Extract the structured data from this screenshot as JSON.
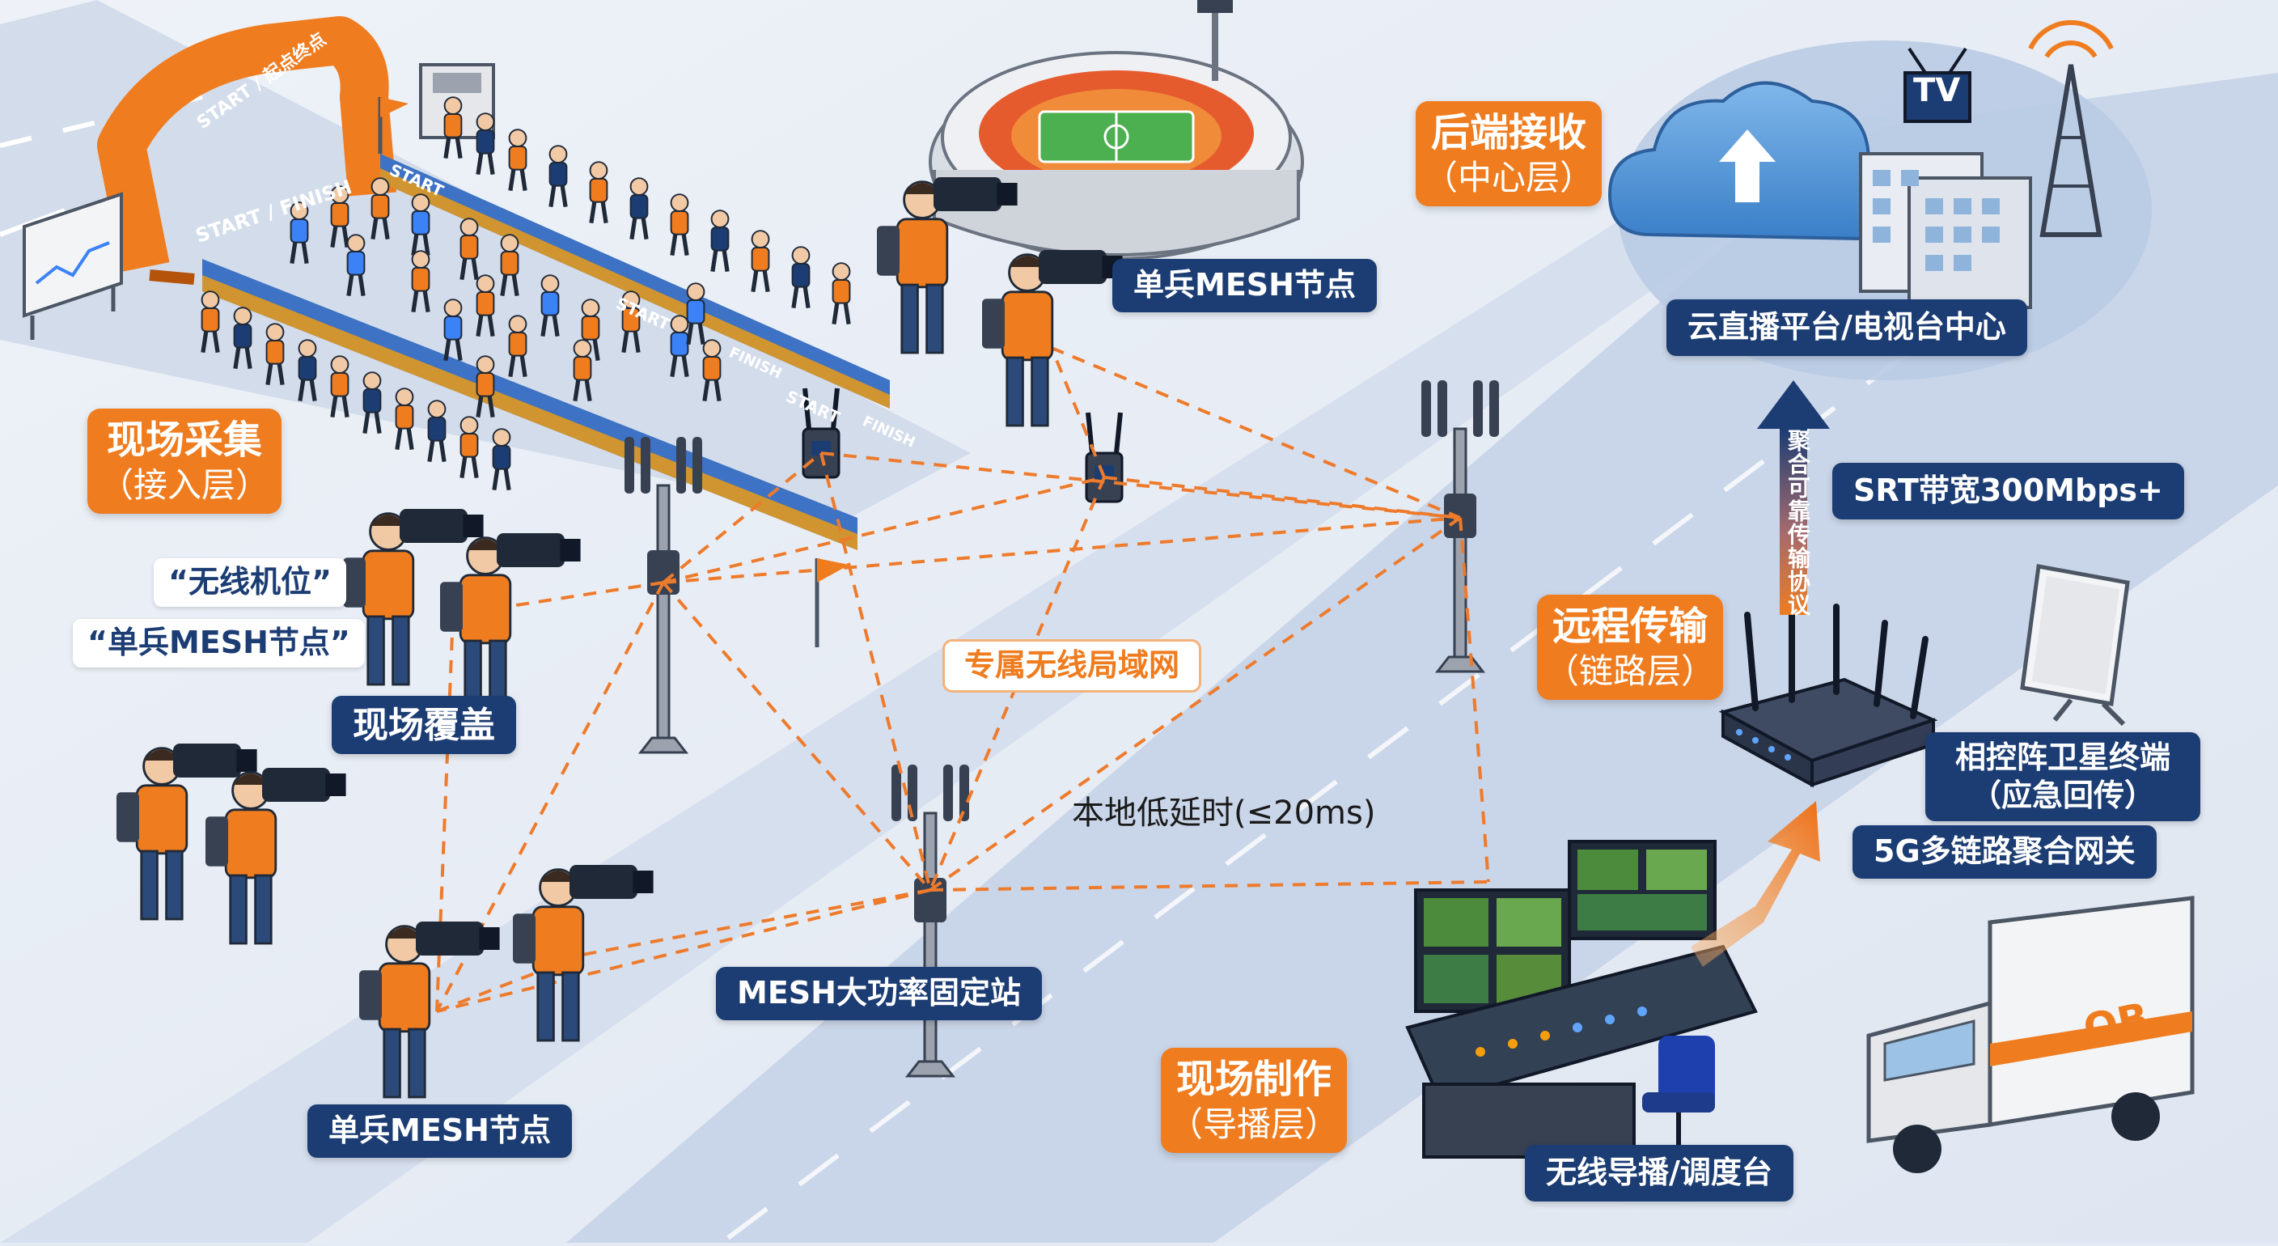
{
  "labels": {
    "field_capture": {
      "title": "现场采集",
      "sub": "（接入层）"
    },
    "backend": {
      "title": "后端接收",
      "sub": "（中心层）"
    },
    "remote": {
      "title": "远程传输",
      "sub": "（链路层）"
    },
    "production": {
      "title": "现场制作",
      "sub": "（导播层）"
    },
    "cloud_center": "云直播平台/电视台中心",
    "mesh_node_top": "单兵MESH节点",
    "mesh_node_bottom": "单兵MESH节点",
    "wireless_camera": "“无线机位”",
    "mesh_node_quote": "“单兵MESH节点”",
    "field_coverage": "现场覆盖",
    "private_lan": "专属无线局域网",
    "low_latency": "本地低延时(≤20ms)",
    "mesh_station": "MESH大功率固定站",
    "srt_bandwidth": "SRT带宽300Mbps+",
    "vertical_protocol": "聚合可靠传输协议",
    "satellite": {
      "title": "相控阵卫星终端",
      "sub": "（应急回传）"
    },
    "gateway_5g": "5G多链路聚合网关",
    "director_console": "无线导播/调度台"
  },
  "scene_text": {
    "arch_top": "START / 起点终点",
    "arch_side": "START / FINISH",
    "banner_start_1": "START",
    "banner_start_2": "START",
    "banner_start_3": "START",
    "banner_finish_1": "FINISH",
    "banner_finish_2": "FINISH",
    "tv_sign": "TV",
    "ob_van": "OB"
  },
  "colors": {
    "orange": "#ef7c1f",
    "navy": "#1c3d73",
    "road": "#cdd8ea",
    "link": "#ee7b2c"
  }
}
